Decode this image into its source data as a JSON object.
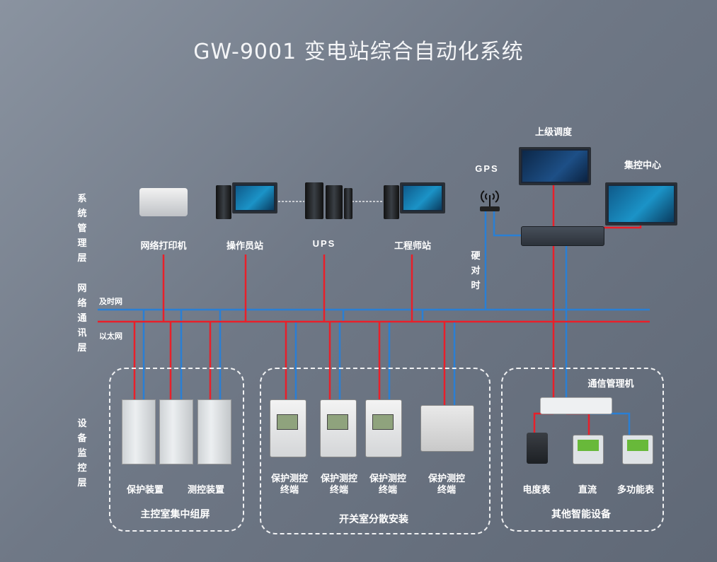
{
  "title": "GW-9001  变电站综合自动化系统",
  "layers": {
    "system": "系统管理层",
    "network": "网络通讯层",
    "device": "设备监控层"
  },
  "networks": {
    "sync": "及时网",
    "ethernet": "以太网"
  },
  "system_devices": {
    "printer": "网络打印机",
    "operator": "操作员站",
    "ups": "UPS",
    "engineer": "工程师站",
    "gps": "GPS",
    "timing": "硬对时",
    "dispatch": "上级调度",
    "control_center": "集控中心"
  },
  "groups": {
    "main_room": {
      "title": "主控室集中组屏",
      "labels": [
        "保护装置",
        "测控装置"
      ]
    },
    "switch_room": {
      "title": "开关室分散安装",
      "labels": [
        "保护测控终端",
        "保护测控终端",
        "保护测控终端",
        "保护测控终端"
      ]
    },
    "other": {
      "title": "其他智能设备",
      "comm_manager": "通信管理机",
      "labels": [
        "电度表",
        "直流",
        "多功能表"
      ]
    }
  },
  "colors": {
    "red_line": "#e8202a",
    "blue_line": "#2a7fd4"
  }
}
